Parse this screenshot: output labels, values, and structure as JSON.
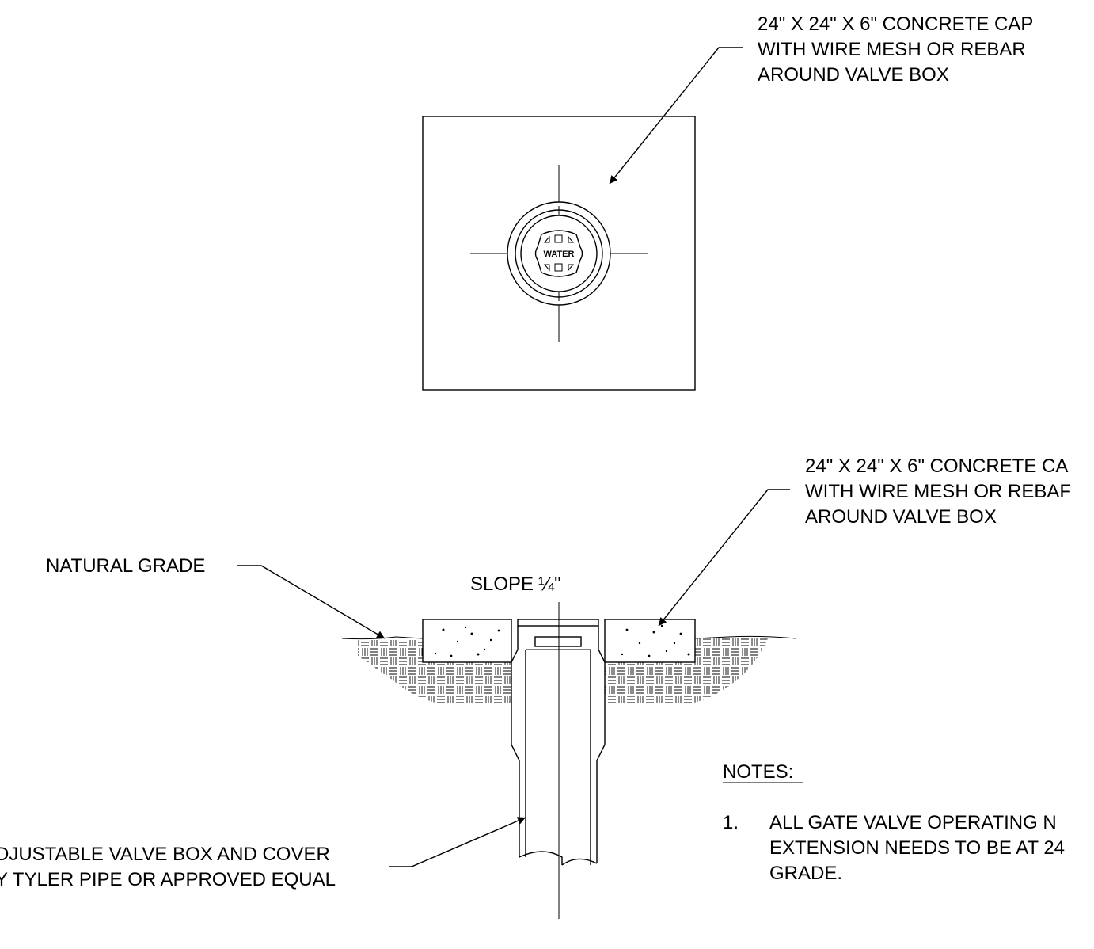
{
  "callouts": {
    "top_cap": [
      "24\" X 24\" X 6\" CONCRETE CAP",
      "WITH WIRE MESH OR REBAR",
      "AROUND VALVE BOX"
    ],
    "section_cap": [
      "24\" X 24\" X 6\" CONCRETE CA",
      "WITH WIRE MESH OR REBAF",
      "AROUND VALVE BOX"
    ],
    "natural_grade": "NATURAL GRADE",
    "slope": "SLOPE",
    "slope_fraction": "¼\"",
    "valve_box": [
      "DJUSTABLE VALVE BOX AND COVER",
      "Y TYLER PIPE OR APPROVED EQUAL"
    ]
  },
  "cover_text": "WATER",
  "notes": {
    "heading": "NOTES:",
    "items": [
      {
        "number": "1.",
        "lines": [
          "ALL GATE VALVE OPERATING N",
          "EXTENSION NEEDS TO BE AT 24",
          "GRADE."
        ]
      }
    ]
  },
  "colors": {
    "ink": "#000000",
    "paper": "#ffffff"
  }
}
